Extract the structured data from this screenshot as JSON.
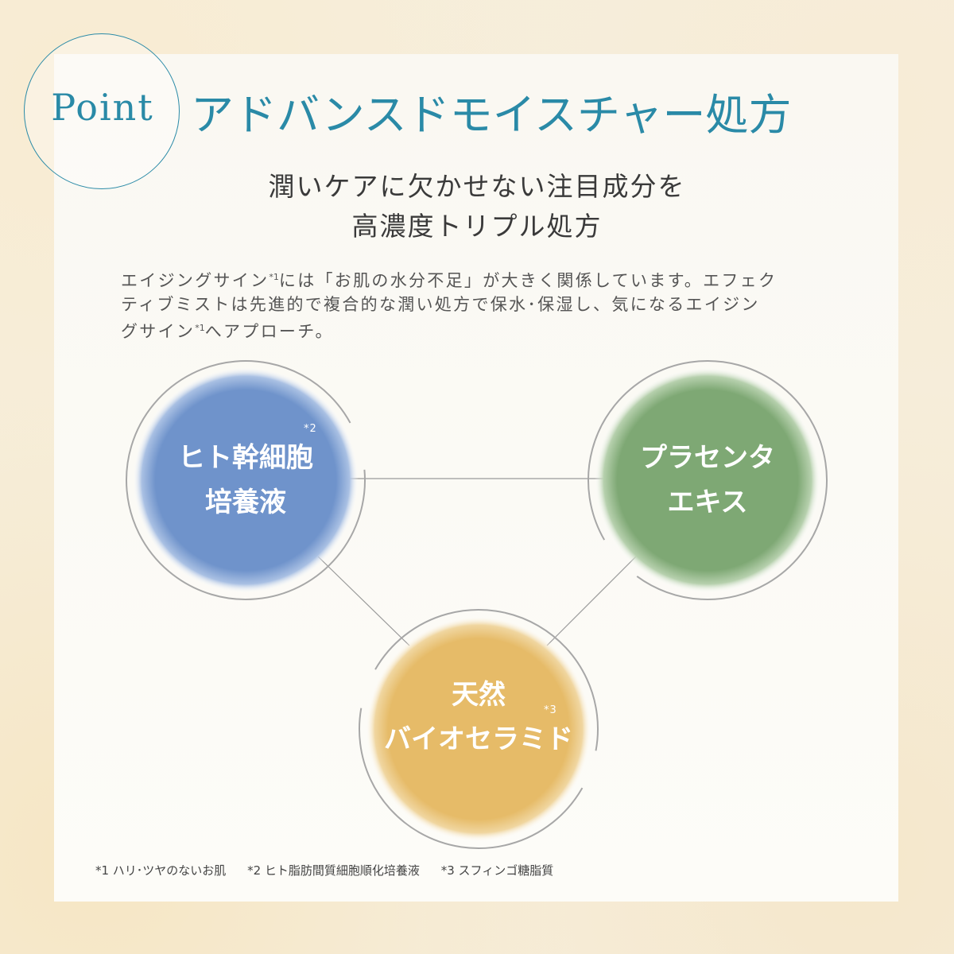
{
  "header": {
    "badge_label": "Point",
    "title": "アドバンスドモイスチャー処方",
    "subtitle_line1": "潤いケアに欠かせない注目成分を",
    "subtitle_line2": "高濃度トリプル処方"
  },
  "description": {
    "line1_a": "エイジングサイン",
    "line1_sup": "*1",
    "line1_b": "には「お肌の水分不足」が大きく関係しています。エフェク",
    "line2": "ティブミストは先進的で複合的な潤い処方で保水･保湿し、気になるエイジン",
    "line3_a": "グサイン",
    "line3_sup": "*1",
    "line3_b": "へアプローチ。"
  },
  "ingredients": [
    {
      "line1": "ヒト幹細胞",
      "line2": "培養液",
      "mark": "*2",
      "color": "#6f93cb"
    },
    {
      "line1": "プラセンタ",
      "line2": "エキス",
      "mark": "",
      "color": "#7ea874"
    },
    {
      "line1": "天然",
      "line2": "バイオセラミド",
      "mark": "*3",
      "color": "#e6bb68"
    }
  ],
  "footnotes": [
    "*1 ハリ･ツヤのないお肌",
    "*2 ヒト脂肪間質細胞順化培養液",
    "*3 スフィンゴ糖脂質"
  ]
}
